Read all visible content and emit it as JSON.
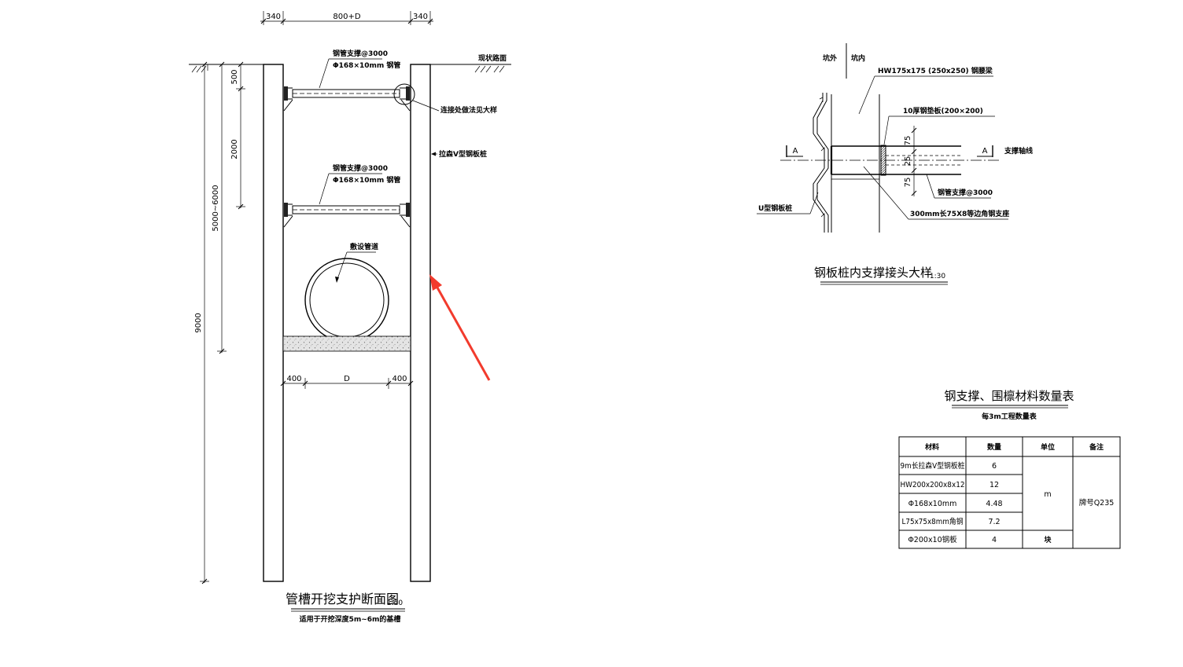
{
  "section_view": {
    "dims_top": {
      "left": "340",
      "middle": "800+D",
      "right": "340"
    },
    "ground_label": "现状路面",
    "strut_upper": {
      "spacing": "钢管支撑@3000",
      "spec": "Φ168×10mm 钢管"
    },
    "strut_lower": {
      "spacing": "钢管支撑@3000",
      "spec": "Φ168×10mm 钢管"
    },
    "joint_note": "连接处做法见大样",
    "sheet_pile_label": "拉森V型钢板桩",
    "pipe_label": "敷设管道",
    "dims_left": {
      "d500": "500",
      "d2000": "2000",
      "d5000": "5000~6000",
      "d9000": "9000"
    },
    "dims_bottom": {
      "left": "400",
      "middle": "D",
      "right": "400"
    },
    "title": "管槽开挖支护断面图",
    "scale": "1:50",
    "subtitle": "适用于开挖深度5m~6m的基槽"
  },
  "joint_detail": {
    "outside": "坑外",
    "inside": "坑内",
    "waler_label": "HW175x175 (250x250) 钢腰梁",
    "plate_label": "10厚钢垫板(200×200)",
    "section_mark_left": "A",
    "section_mark_right": "A",
    "axis_label": "支撑轴线",
    "dims": [
      "75",
      "25",
      "75"
    ],
    "pile_label": "U型钢板桩",
    "strut_label": "钢管支撑@3000",
    "angle_label": "300mm长75X8等边角钢支座",
    "title": "钢板桩内支撑接头大样",
    "scale": "1:30"
  },
  "material_table": {
    "title": "钢支撑、围檩材料数量表",
    "subtitle": "每3m工程数量表",
    "headers": [
      "材料",
      "数量",
      "单位",
      "备注"
    ],
    "rows": [
      {
        "material": "9m长拉森V型钢板桩",
        "qty": "6"
      },
      {
        "material": "HW200x200x8x12",
        "qty": "12"
      },
      {
        "material": "Φ168x10mm",
        "qty": "4.48"
      },
      {
        "material": "L75x75x8mm角钢",
        "qty": "7.2"
      },
      {
        "material": "Φ200x10钢板",
        "qty": "4"
      }
    ],
    "unit_m": "m",
    "unit_block": "块",
    "note": "牌号Q235"
  },
  "colors": {
    "line": "#000000",
    "arrow": "#f23b2d",
    "bedding": "#e4e4e4"
  }
}
